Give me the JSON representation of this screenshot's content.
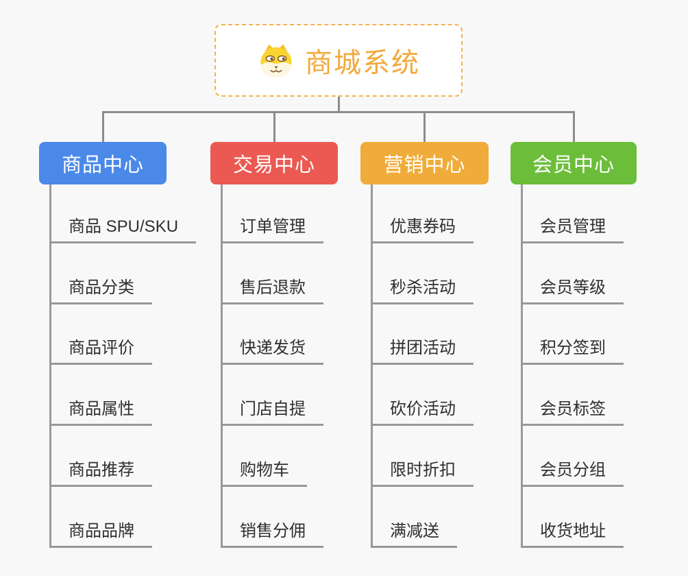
{
  "root": {
    "title": "商城系统",
    "icon": "dog-face-icon",
    "border_color": "#f3b24b",
    "title_color": "#f2a93c"
  },
  "connector_color": "#8c8c8c",
  "background_color": "#f8f8f8",
  "branches": [
    {
      "label": "商品中心",
      "color": "#4a89e8",
      "leaves": [
        "商品 SPU/SKU",
        "商品分类",
        "商品评价",
        "商品属性",
        "商品推荐",
        "商品品牌"
      ]
    },
    {
      "label": "交易中心",
      "color": "#ea5a52",
      "leaves": [
        "订单管理",
        "售后退款",
        "快递发货",
        "门店自提",
        "购物车",
        "销售分佣"
      ]
    },
    {
      "label": "营销中心",
      "color": "#f0ac3a",
      "leaves": [
        "优惠券码",
        "秒杀活动",
        "拼团活动",
        "砍价活动",
        "限时折扣",
        "满减送"
      ]
    },
    {
      "label": "会员中心",
      "color": "#6cbe3a",
      "leaves": [
        "会员管理",
        "会员等级",
        "积分签到",
        "会员标签",
        "会员分组",
        "收货地址"
      ]
    }
  ]
}
